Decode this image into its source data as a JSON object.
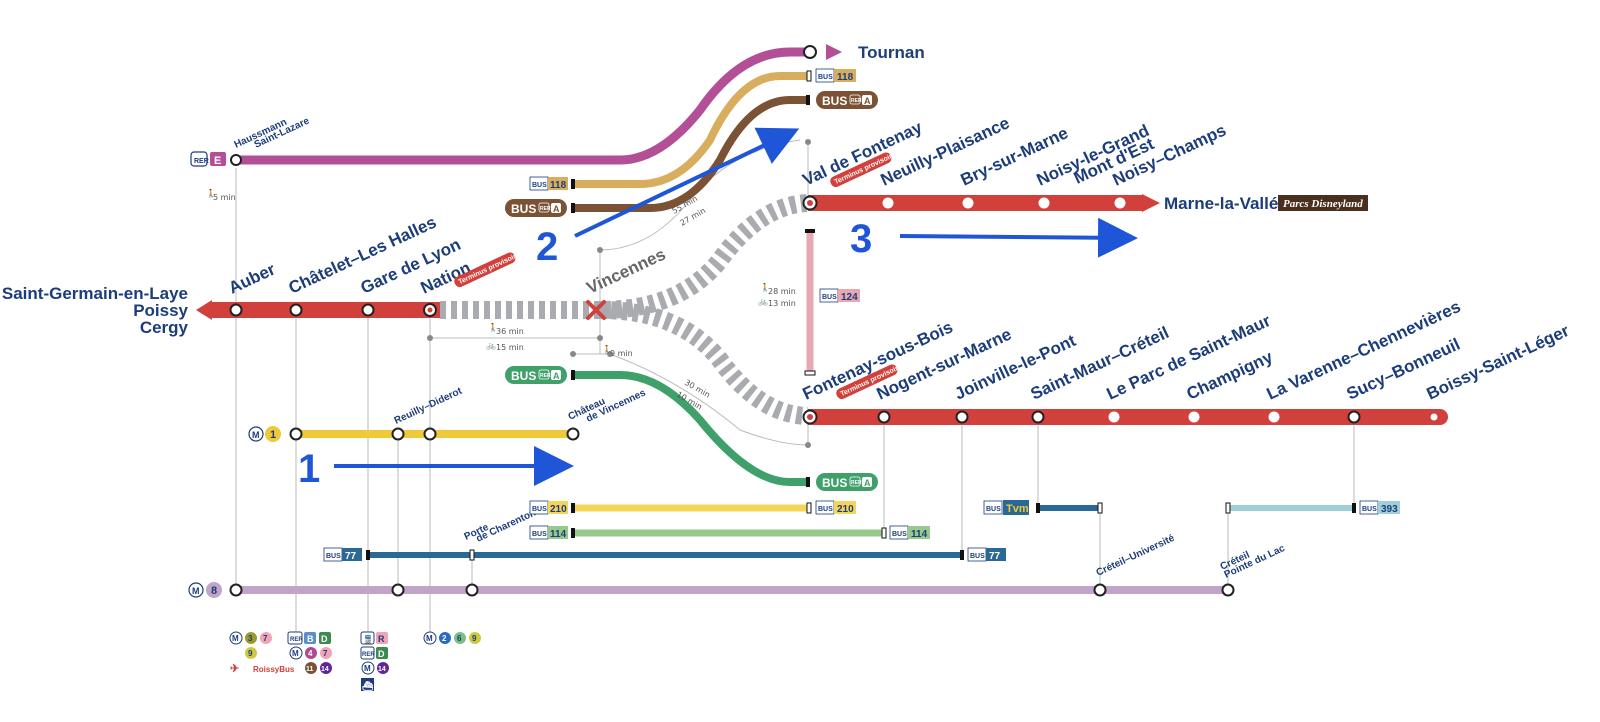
{
  "colors": {
    "rer_a": "#d1403a",
    "rer_e": "#b24f96",
    "metro1": "#f0c93a",
    "metro8": "#c1a4c8",
    "bus118": "#d9ad5e",
    "bus_rer_a": "#7b5233",
    "bus_rer_a_green": "#3fa06a",
    "bus210": "#f4d45a",
    "bus114": "#98c98c",
    "bus77": "#2a6896",
    "tvm": "#2a6896",
    "bus393": "#9fd0d8",
    "bus124": "#e9a7b2",
    "diversion": "#a9abb0",
    "arrow_blue": "#1f56d8",
    "navy": "#1c3d7a"
  },
  "termini": {
    "west": [
      "Saint-Germain-en-Laye",
      "Poissy",
      "Cergy"
    ],
    "tournan": "Tournan",
    "marne": "Marne-la-Vallée",
    "disney": "Parcs Disneyland"
  },
  "rer_a_west": [
    "Auber",
    "Châtelet–Les Halles",
    "Gare de Lyon",
    "Nation"
  ],
  "vincennes": "Vincennes",
  "branch_a4": [
    "Val de Fontenay",
    "Neuilly-Plaisance",
    "Bry-sur-Marne",
    "Noisy-le-Grand\nMont d'Est",
    "Noisy–Champs"
  ],
  "branch_a2": [
    "Fontenay-sous-Bois",
    "Nogent-sur-Marne",
    "Joinville-le-Pont",
    "Saint-Maur–Créteil",
    "Le Parc de Saint-Maur",
    "Champigny",
    "La Varenne–Chennevières",
    "Sucy–Bonneuil",
    "Boissy-Saint-Léger"
  ],
  "terminus_label": "Terminus provisoire",
  "rer_e": {
    "mode": "RER",
    "line": "E",
    "station": [
      "Haussmann",
      "Saint-Lazare"
    ]
  },
  "walk_labels": {
    "auber_lazare": "5 min",
    "nation_vincennes_walk": "36 min",
    "nation_vincennes_bike": "15 min",
    "vincennes_fontenay_walk": "9 min",
    "valfont_walk": "55 min",
    "valfont_bike": "27 min",
    "bus124_walk": "28 min",
    "bus124_bike": "13 min",
    "fontenay_walk": "30 min",
    "fontenay_bike": "10 min"
  },
  "metro1": {
    "mode": "M",
    "line": "1",
    "stations": [
      "Reuilly–Diderot",
      "Château\nde Vincennes"
    ]
  },
  "metro8": {
    "mode": "M",
    "line": "8",
    "stations": [
      "Porte\nde Charenton",
      "Créteil–Université",
      "Créteil\nPointe du Lac"
    ]
  },
  "bus": {
    "bus_label": "BUS",
    "b118": "118",
    "b210": "210",
    "b114": "114",
    "b77": "77",
    "b393": "393",
    "b124": "124",
    "tvm": "Tvm",
    "rer_a": "A",
    "rer_mini": "RER"
  },
  "arrows": [
    "1",
    "2",
    "3"
  ],
  "connections": {
    "auber": [
      "M",
      "3",
      "7",
      "9"
    ],
    "roissybus": "RoissyBus",
    "chatelet": [
      "RER",
      "B",
      "D",
      "M",
      "4",
      "7",
      "11",
      "14"
    ],
    "gdl": [
      "R",
      "RER",
      "D",
      "M",
      "14"
    ],
    "nation": [
      "M",
      "2",
      "6",
      "9"
    ]
  }
}
